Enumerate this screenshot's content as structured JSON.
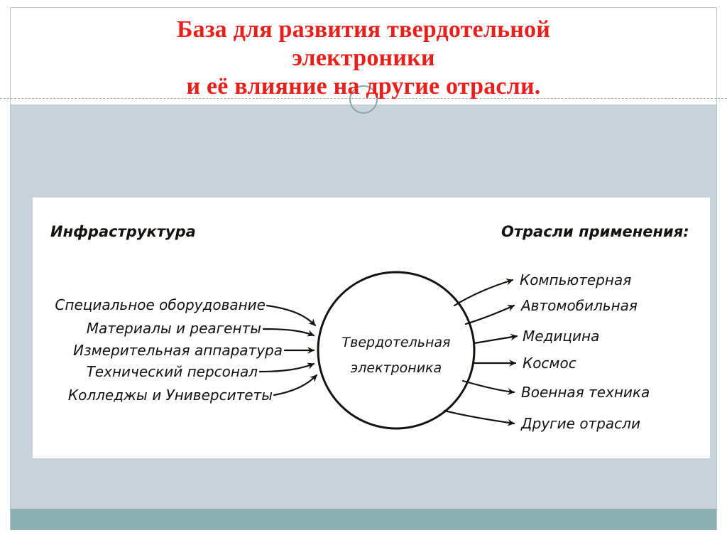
{
  "slide": {
    "title_line1": "База для развития твердотельной",
    "title_line2": "электроники",
    "title_line3": "и её влияние на другие отрасли.",
    "title_full": "База для развития твердотельной\nэлектроники\nи её влияние на другие отрасли.",
    "colors": {
      "title_red": "#e8201c",
      "body_blue_grey": "#c7d3d8",
      "footer_teal": "#8bafb0",
      "frame_border": "#b9c6cc",
      "dotted_rule": "#9aa9b0",
      "ring_stroke": "#8ba3ac",
      "diagram_ink": "#14110f",
      "diagram_bg": "#ffffff"
    }
  },
  "diagram": {
    "type": "hub-and-spoke",
    "center": {
      "label_line1": "Твердотельная",
      "label_line2": "электроника",
      "label_full": "Твердотельная электроника"
    },
    "left": {
      "heading": "Инфраструктура",
      "items": [
        {
          "label": "Специальное оборудование"
        },
        {
          "label": "Материалы и реагенты"
        },
        {
          "label": "Измерительная аппаратура"
        },
        {
          "label": "Технический персонал"
        },
        {
          "label": "Колледжы и Университеты"
        }
      ]
    },
    "right": {
      "heading": "Отрасли применения:",
      "items": [
        {
          "label": "Компьютерная"
        },
        {
          "label": "Автомобильная"
        },
        {
          "label": "Медицина"
        },
        {
          "label": "Космос"
        },
        {
          "label": "Военная техника"
        },
        {
          "label": "Другие отрасли"
        }
      ]
    }
  }
}
